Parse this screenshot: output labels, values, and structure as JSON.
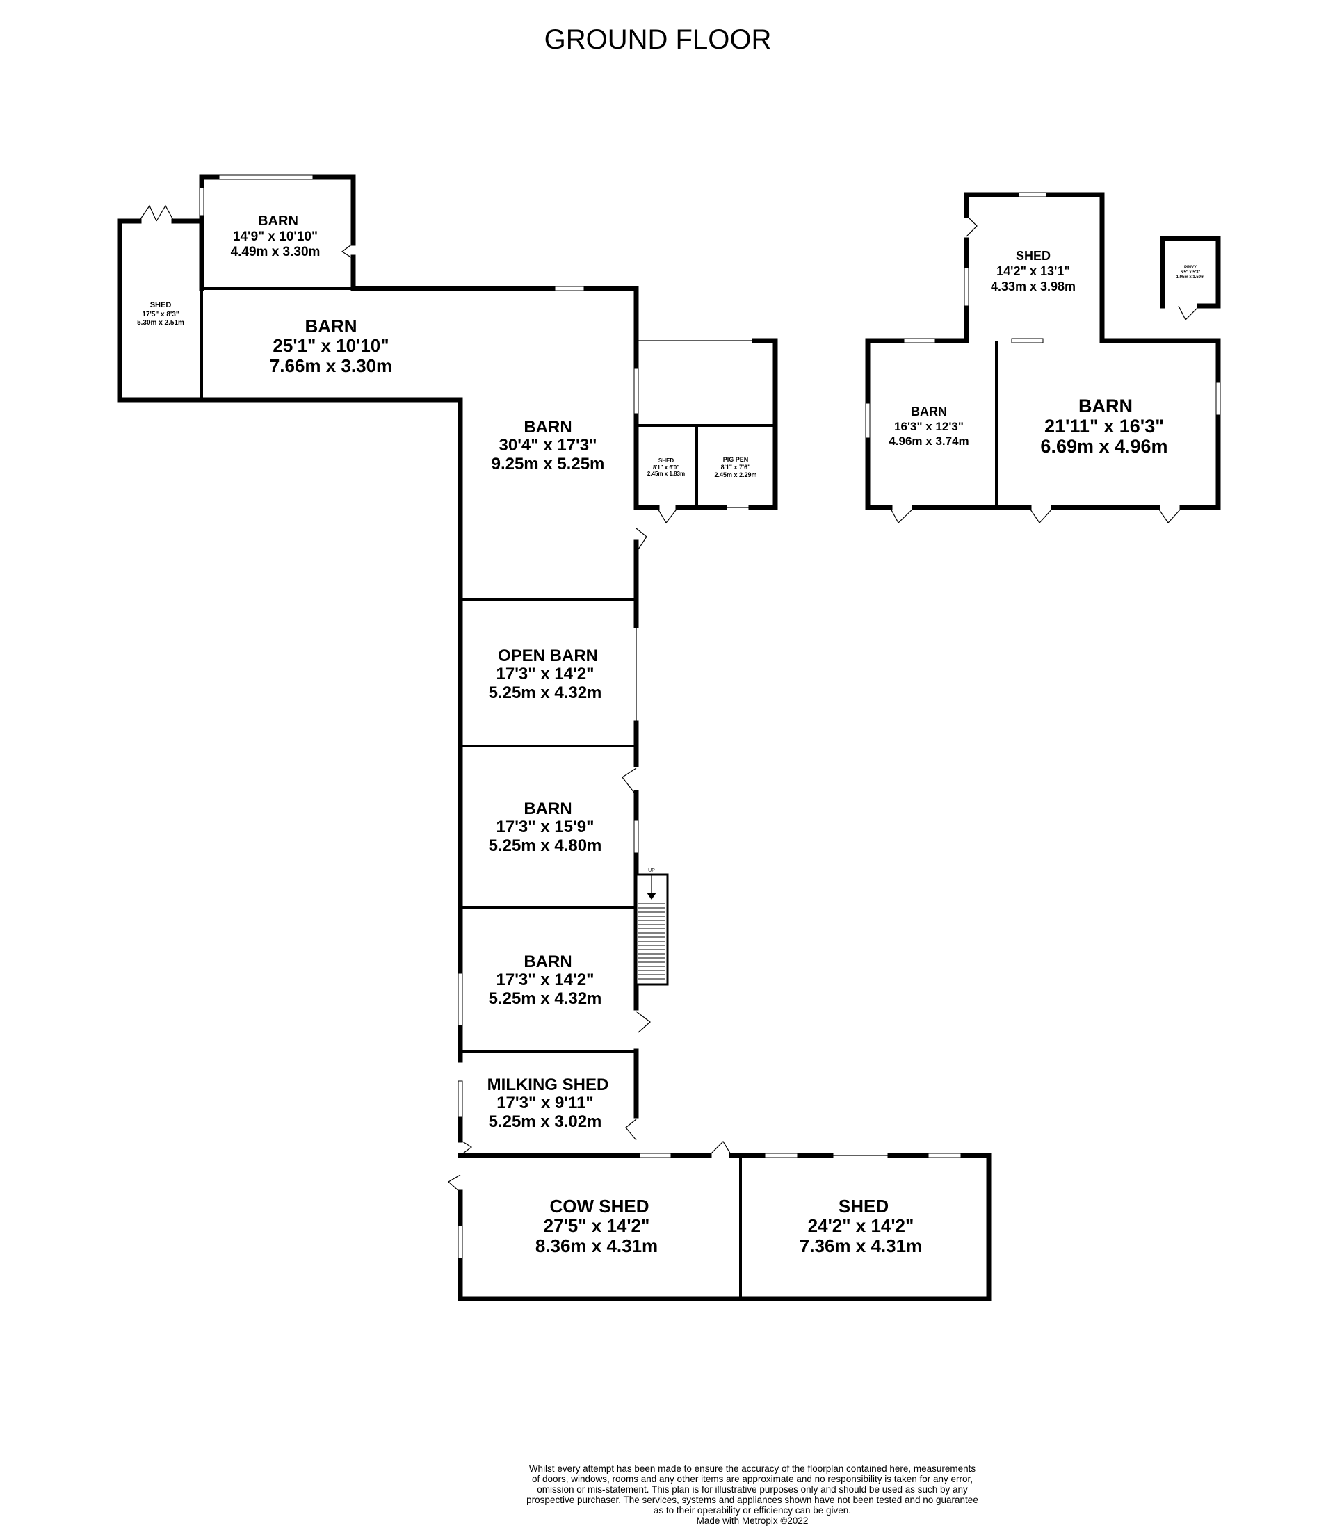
{
  "header": {
    "title": "GROUND FLOOR"
  },
  "rooms": {
    "barn_top_left": {
      "name": "BARN",
      "imperial": "14'9\"  x 10'10\"",
      "metric": "4.49m  x 3.30m"
    },
    "shed_far_left": {
      "name": "SHED",
      "imperial": "17'5\"  x 8'3\"",
      "metric": "5.30m  x 2.51m"
    },
    "barn_left_long": {
      "name": "BARN",
      "imperial": "25'1\"  x 10'10\"",
      "metric": "7.66m  x 3.30m"
    },
    "barn_main": {
      "name": "BARN",
      "imperial": "30'4\"  x 17'3\"",
      "metric": "9.25m  x 5.25m"
    },
    "shed_small": {
      "name": "SHED",
      "imperial": "8'1\"  x 6'0\"",
      "metric": "2.45m  x 1.83m"
    },
    "pig_pen": {
      "name": "PIG PEN",
      "imperial": "8'1\"  x 7'6\"",
      "metric": "2.45m  x 2.29m"
    },
    "open_barn": {
      "name": "OPEN BARN",
      "imperial": "17'3\"  x 14'2\"",
      "metric": "5.25m  x 4.32m"
    },
    "barn_mid": {
      "name": "BARN",
      "imperial": "17'3\"  x 15'9\"",
      "metric": "5.25m  x 4.80m"
    },
    "barn_lower": {
      "name": "BARN",
      "imperial": "17'3\"  x 14'2\"",
      "metric": "5.25m  x 4.32m"
    },
    "milking_shed": {
      "name": "MILKING SHED",
      "imperial": "17'3\"  x 9'11\"",
      "metric": "5.25m  x 3.02m"
    },
    "cow_shed": {
      "name": "COW SHED",
      "imperial": "27'5\"  x 14'2\"",
      "metric": "8.36m  x 4.31m"
    },
    "shed_bottom": {
      "name": "SHED",
      "imperial": "24'2\"  x 14'2\"",
      "metric": "7.36m  x 4.31m"
    },
    "shed_right_top": {
      "name": "SHED",
      "imperial": "14'2\"  x 13'1\"",
      "metric": "4.33m  x 3.98m"
    },
    "privy": {
      "name": "PRIVY",
      "imperial": "6'5\"  x 5'3\"",
      "metric": "1.95m  x 1.59m"
    },
    "barn_right_small": {
      "name": "BARN",
      "imperial": "16'3\"  x 12'3\"",
      "metric": "4.96m  x 3.74m"
    },
    "barn_right_large": {
      "name": "BARN",
      "imperial": "21'11\"  x 16'3\"",
      "metric": "6.69m  x 4.96m"
    }
  },
  "stairs": {
    "label": "UP"
  },
  "disclaimer": {
    "lines": [
      "Whilst every attempt has been made to ensure the accuracy of the floorplan contained here, measurements",
      "of doors, windows, rooms and any other items are approximate and no responsibility is taken for any error,",
      "omission or mis-statement. This plan is for illustrative purposes only and should be used as such by any",
      "prospective purchaser. The services, systems and appliances shown have not been tested and no guarantee",
      "as to their operability or efficiency can be given.",
      "Made with Metropix ©2022"
    ]
  }
}
